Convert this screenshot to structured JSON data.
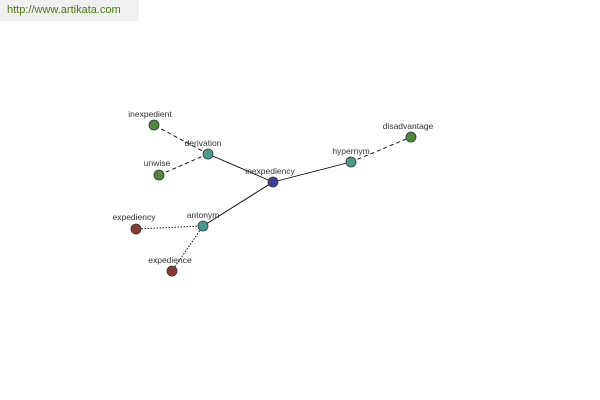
{
  "watermark": {
    "text": "http://www.artikata.com"
  },
  "graph": {
    "colors": {
      "root": "#3a3f9a",
      "relation": "#4a9a8f",
      "synonym": "#4e8a3e",
      "antonym_term": "#8a3a33",
      "edge": "#000000",
      "node_stroke": "#333333"
    },
    "nodes": [
      {
        "id": "inexpediency",
        "label": "inexpediency",
        "kind": "root"
      },
      {
        "id": "derivation",
        "label": "derivation",
        "kind": "relation"
      },
      {
        "id": "hypernym",
        "label": "hypernym",
        "kind": "relation"
      },
      {
        "id": "antonym",
        "label": "antonym",
        "kind": "relation"
      },
      {
        "id": "inexpedient",
        "label": "inexpedient",
        "kind": "synonym"
      },
      {
        "id": "unwise",
        "label": "unwise",
        "kind": "synonym"
      },
      {
        "id": "disadvantage",
        "label": "disadvantage",
        "kind": "synonym"
      },
      {
        "id": "expediency",
        "label": "expediency",
        "kind": "antonym_term"
      },
      {
        "id": "expedience",
        "label": "expedience",
        "kind": "antonym_term"
      }
    ],
    "edges": [
      {
        "from": "inexpediency",
        "to": "derivation",
        "style": "solid"
      },
      {
        "from": "inexpediency",
        "to": "hypernym",
        "style": "solid"
      },
      {
        "from": "inexpediency",
        "to": "antonym",
        "style": "solid"
      },
      {
        "from": "derivation",
        "to": "inexpedient",
        "style": "dashed"
      },
      {
        "from": "derivation",
        "to": "unwise",
        "style": "dashed"
      },
      {
        "from": "hypernym",
        "to": "disadvantage",
        "style": "dashed"
      },
      {
        "from": "antonym",
        "to": "expediency",
        "style": "dotted"
      },
      {
        "from": "antonym",
        "to": "expedience",
        "style": "dotted"
      }
    ]
  }
}
